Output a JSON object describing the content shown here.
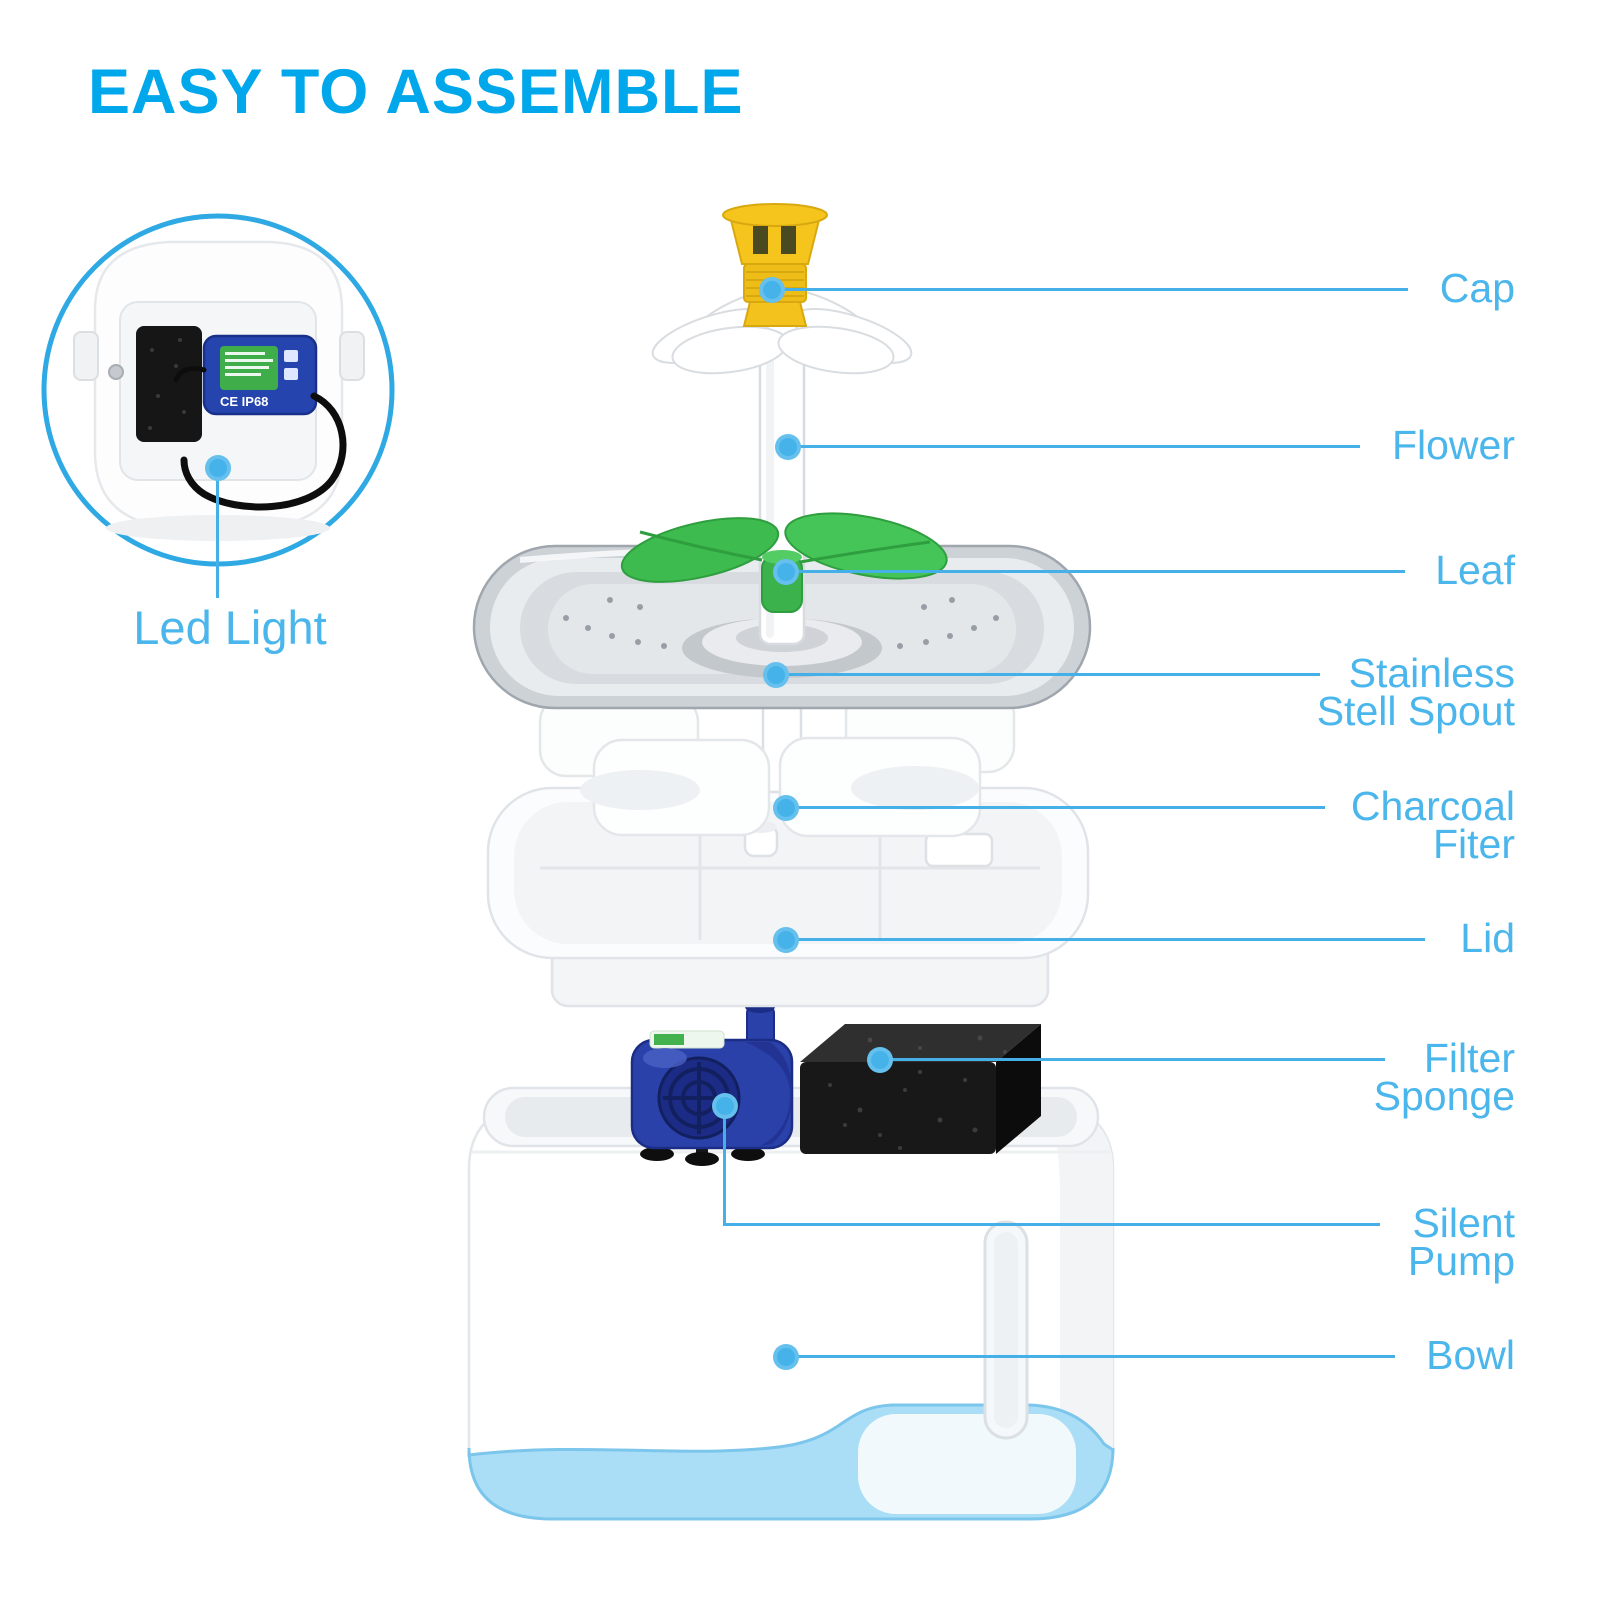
{
  "title": "EASY TO ASSEMBLE",
  "inset": {
    "label": "Led Light"
  },
  "callouts": {
    "cap": {
      "label": "Cap"
    },
    "flower": {
      "label": "Flower"
    },
    "leaf": {
      "label": "Leaf"
    },
    "spout": {
      "line1": "Stainless",
      "line2": "Stell Spout"
    },
    "charcoal": {
      "line1": "Charcoal",
      "line2": "Fiter"
    },
    "lid": {
      "label": "Lid"
    },
    "sponge": {
      "line1": "Filter",
      "line2": "Sponge"
    },
    "pump": {
      "line1": "Silent",
      "line2": "Pump"
    },
    "bowl": {
      "label": "Bowl"
    }
  },
  "pump_marking": "CE IP68",
  "colors": {
    "accent_title": "#00A7EB",
    "label_blue": "#4AB6EB",
    "line_blue": "#45B0E8",
    "base_blue": "#AADEF7",
    "leaf_green": "#3DBB4E",
    "cap_yellow": "#F5C51D",
    "pump_blue": "#2A41AA"
  }
}
